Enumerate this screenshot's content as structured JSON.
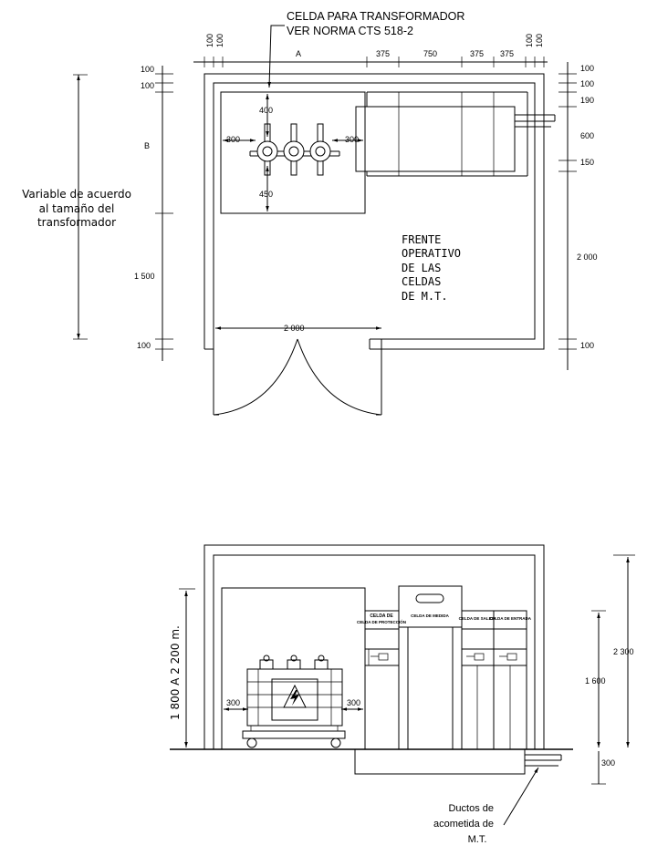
{
  "title_line1": "CELDA PARA TRANSFORMADOR",
  "title_line2": "VER NORMA CTS 518-2",
  "variable_note": [
    "Variable de acuerdo",
    "al tamaño del",
    "transformador"
  ],
  "frente_note": [
    "FRENTE",
    "OPERATIVO",
    "DE LAS",
    "CELDAS",
    "DE M.T."
  ],
  "top_dims": [
    "100",
    "100",
    "A",
    "375",
    "750",
    "375",
    "375",
    "100",
    "100"
  ],
  "left_dims": [
    "100",
    "100",
    "B",
    "1 500",
    "100"
  ],
  "right_dims": [
    "100",
    "100",
    "190",
    "600",
    "150",
    "2 000",
    "100"
  ],
  "inner_dims": {
    "d400": "400",
    "d450": "450",
    "d300_left": "300",
    "d300_right": "300",
    "d2000": "2 000"
  },
  "elevation": {
    "height_note": "1 800 A 2 200 m.",
    "dim_2300": "2 300",
    "dim_1600": "1 600",
    "dim_300": "300",
    "side_300_left": "300",
    "side_300_right": "300",
    "cells": [
      "CELDA DE PROTECCIÓN",
      "CELDA DE MEDIDA",
      "CELDA DE SALIDA",
      "CELDA DE ENTRADA"
    ],
    "ducts_label": [
      "Ductos de",
      "acometida de",
      "M.T."
    ]
  }
}
